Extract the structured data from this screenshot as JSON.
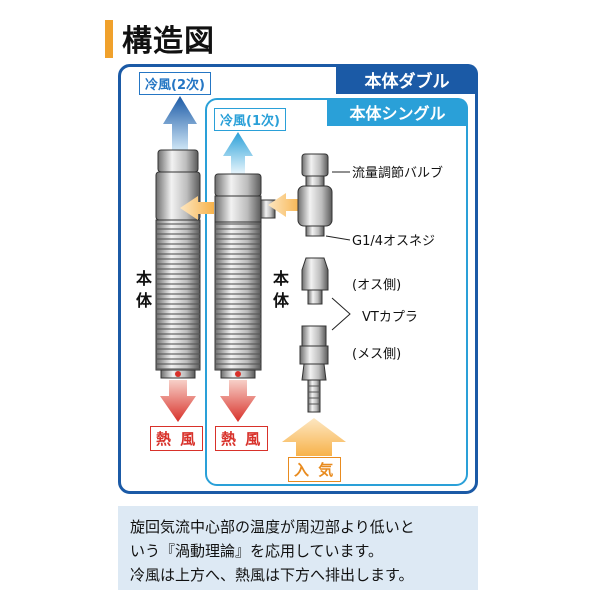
{
  "title": "構造図",
  "frames": {
    "double_label": "本体ダブル",
    "single_label": "本体シングル"
  },
  "labels": {
    "cold_secondary": "冷風(2次)",
    "cold_primary": "冷風(1次)",
    "hot_left": "熱 風",
    "hot_right": "熱 風",
    "intake": "入 気",
    "body_left": "本体",
    "body_right": "本体"
  },
  "callouts": {
    "valve": "流量調節バルブ",
    "thread": "G1/4オスネジ",
    "male": "(オス側)",
    "coupler": "VTカプラ",
    "female": "(メス側)"
  },
  "caption": [
    "旋回気流中心部の温度が周辺部より低いと",
    "いう『渦動理論』を応用しています。",
    "冷風は上方へ、熱風は下方へ排出します。"
  ],
  "colors": {
    "blue": "#1b5aa6",
    "light_blue": "#2aa0d8",
    "red": "#d8312a",
    "orange": "#f0a12c",
    "caption_bg": "#dde9f4"
  }
}
